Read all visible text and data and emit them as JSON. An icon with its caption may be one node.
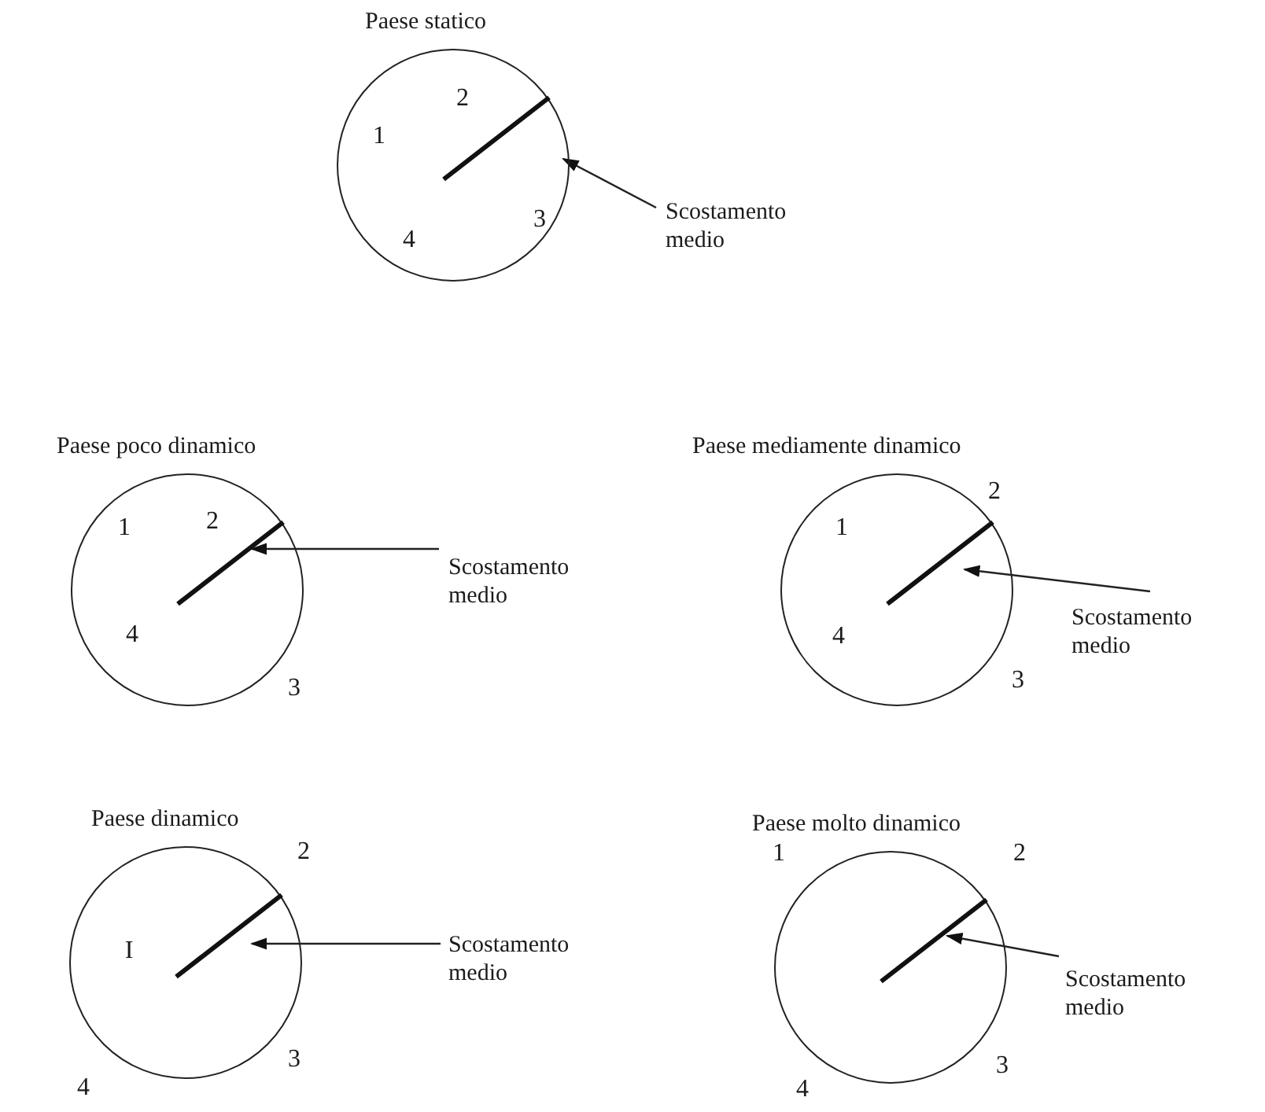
{
  "diagram": {
    "nodes": [
      {
        "text": [
          "Paese statico"
        ]
      },
      {
        "text": [],
        "shape": "line",
        "in": 0
      },
      {
        "text": [
          "Scostamento medio"
        ]
      },
      {
        "text": [
          "Paese poco dinamico"
        ]
      },
      {
        "text": [],
        "shape": "line",
        "in": 3
      },
      {
        "text": [
          "Scostamento medio"
        ]
      },
      {
        "text": [
          "Paese mediamente dinamico"
        ]
      },
      {
        "text": [],
        "shape": "line",
        "in": 6
      },
      {
        "text": [
          "Scostamento medio"
        ]
      },
      {
        "text": [
          "Paese dinamico"
        ]
      },
      {
        "text": [],
        "shape": "line",
        "in": 9
      },
      {
        "text": [
          "Scostamento medio"
        ]
      },
      {
        "text": [
          "Paese molto dinamico"
        ]
      },
      {
        "text": [],
        "shape": "line",
        "in": 12
      },
      {
        "text": [
          "Scostamento medio"
        ]
      }
    ],
    "edges": [
      {
        "from": 2,
        "to": 1,
        "arrow": "to"
      },
      {
        "from": 5,
        "to": 4,
        "arrow": "to"
      },
      {
        "from": 8,
        "to": 7,
        "arrow": "to"
      },
      {
        "from": 11,
        "to": 10,
        "arrow": "to"
      },
      {
        "from": 14,
        "to": 13,
        "arrow": "to"
      }
    ],
    "labels": [
      "2",
      "1",
      "3",
      "4",
      "1",
      "2",
      "4",
      "3",
      "2",
      "1",
      "4",
      "3",
      "2",
      "I",
      "3",
      "4",
      "1",
      "2",
      "3",
      "4"
    ]
  }
}
